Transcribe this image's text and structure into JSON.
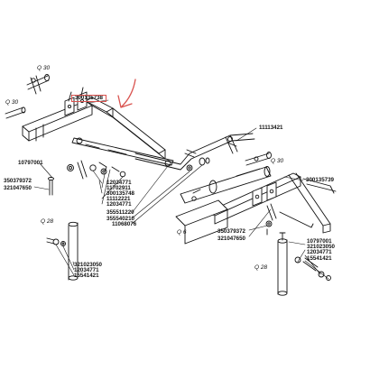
{
  "labels": {
    "q30_top": "Q 30",
    "q30_left": "Q 30",
    "q30_right": "Q 30",
    "q28_left": "Q 28",
    "q28_right": "Q 28",
    "q6": "Q 6",
    "p300135738": "300135738",
    "p11113421": "11113421",
    "p300135739": "300135739",
    "p10797001_left": "10797001",
    "p350379372_left": "350379372",
    "p321047650_left": "321047650",
    "p12034771_a": "12034771",
    "p11702911": "11702911",
    "p300135748": "300135748",
    "p11112221": "11112221",
    "p12034771_b": "12034771",
    "p355511220": "355511220",
    "p355540210": "355540210",
    "p11068076": "11068076",
    "p321023050_left": "321023050",
    "p12034771_c": "12034771",
    "p15541421_left": "15541421",
    "p350379372_right": "350379372",
    "p321047650_right": "321047650",
    "p10797001_right": "10797001",
    "p321023050_right": "321023050",
    "p12034771_d": "12034771",
    "p15541421_right": "15541421"
  },
  "colors": {
    "highlight": "#d9534f",
    "ink": "#111111"
  }
}
